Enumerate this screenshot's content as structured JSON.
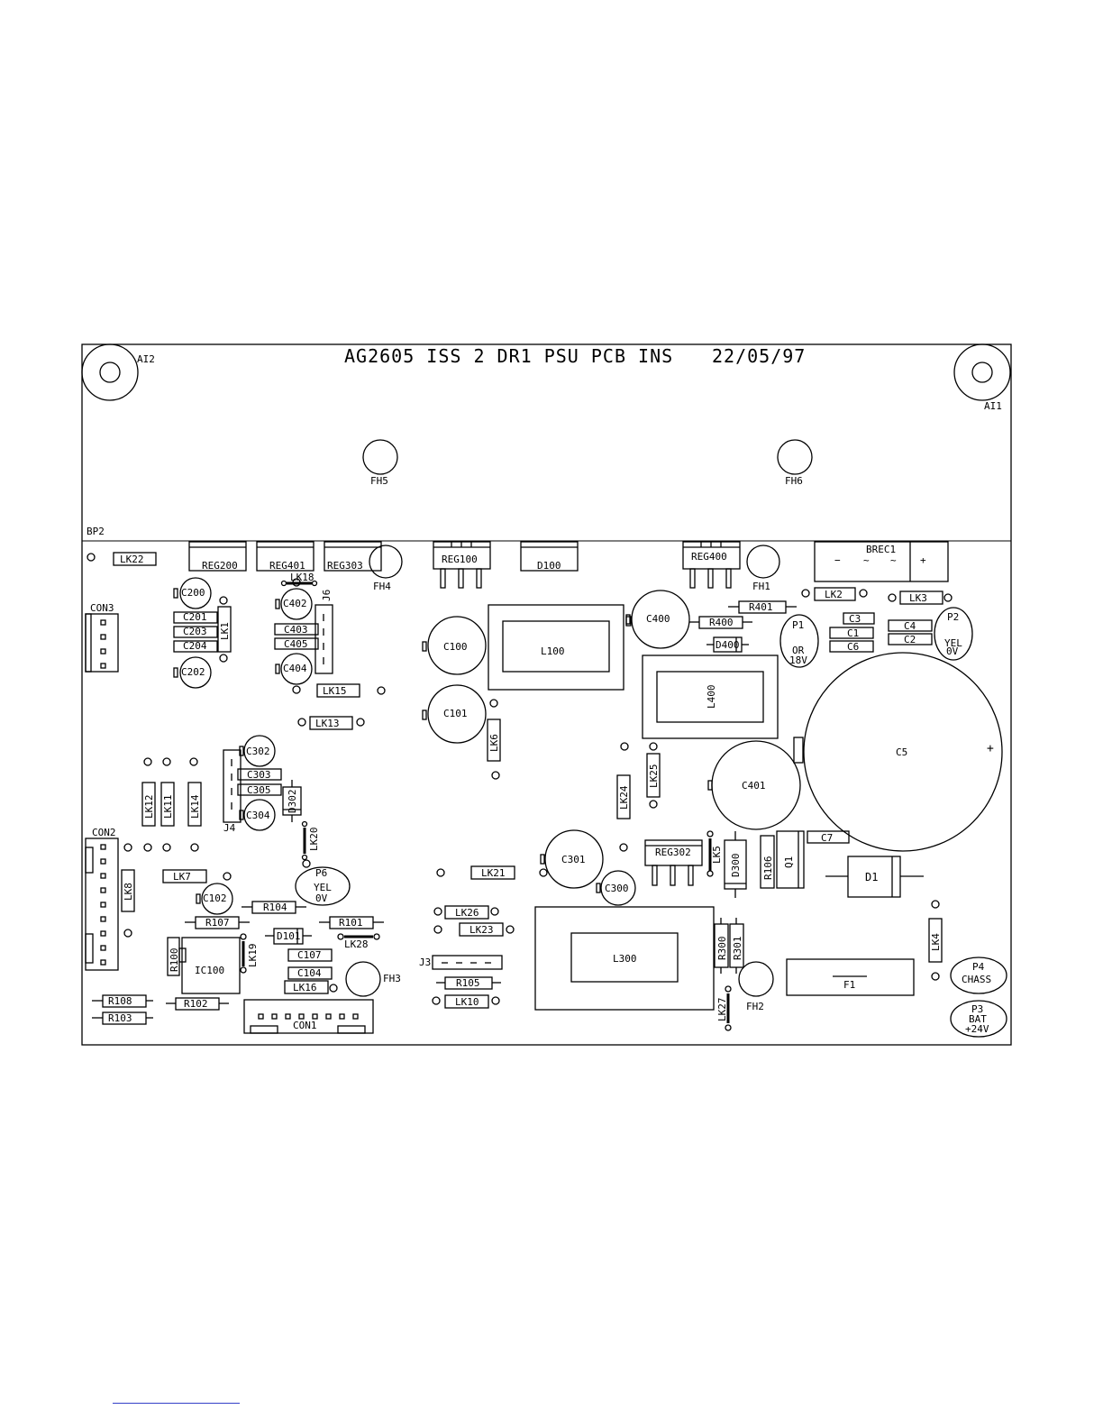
{
  "board": {
    "title": "AG2605 ISS 2 DR1 PSU PCB INS",
    "date": "22/05/97"
  },
  "mounting_holes": {
    "top_left": "AI2",
    "top_right": "AI1"
  },
  "fixing_holes": [
    "FH5",
    "FH6",
    "FH4",
    "FH1",
    "FH3",
    "FH2"
  ],
  "breakpoint_label": "BP2",
  "regulators": [
    "REG200",
    "REG401",
    "REG303",
    "REG100",
    "REG400",
    "REG302"
  ],
  "diodes": [
    "D100",
    "D400",
    "D300",
    "D302",
    "D101",
    "D1"
  ],
  "capacitors": [
    "C200",
    "C201",
    "C203",
    "C204",
    "C202",
    "C402",
    "C403",
    "C405",
    "C404",
    "C100",
    "C101",
    "C400",
    "C3",
    "C1",
    "C6",
    "C4",
    "C2",
    "C5",
    "C401",
    "C7",
    "C302",
    "C303",
    "C305",
    "C304",
    "C301",
    "C300",
    "C102",
    "C107",
    "C104"
  ],
  "inductors": [
    "L100",
    "L400",
    "L300"
  ],
  "resistors": [
    "R401",
    "R400",
    "R106",
    "R104",
    "R107",
    "R101",
    "R100",
    "R108",
    "R102",
    "R103",
    "R105",
    "R300",
    "R301"
  ],
  "links": [
    "LK22",
    "LK18",
    "LK1",
    "LK15",
    "LK13",
    "LK6",
    "LK2",
    "LK3",
    "LK25",
    "LK24",
    "LK5",
    "LK12",
    "LK11",
    "LK14",
    "LK20",
    "LK8",
    "LK7",
    "LK19",
    "LK28",
    "LK16",
    "LK21",
    "LK26",
    "LK23",
    "LK10",
    "LK27",
    "LK4"
  ],
  "connectors": [
    "CON3",
    "CON2",
    "CON1",
    "J6",
    "J4",
    "J3"
  ],
  "misc_parts": {
    "transistor": "Q1",
    "fuse": "F1",
    "ic": "IC100",
    "bridge": "BREC1"
  },
  "bridge_pins": {
    "neg": "−",
    "ac1": "~",
    "ac2": "~",
    "pos": "+"
  },
  "c5_polarity": "+",
  "pads": {
    "P1": [
      "P1",
      "OR",
      "18V"
    ],
    "P2": [
      "P2",
      "YEL",
      "0V"
    ],
    "P6": [
      "P6",
      "YEL",
      "0V"
    ],
    "P4": [
      "P4",
      "CHASS"
    ],
    "P3": [
      "P3",
      "BAT",
      "+24V"
    ]
  }
}
